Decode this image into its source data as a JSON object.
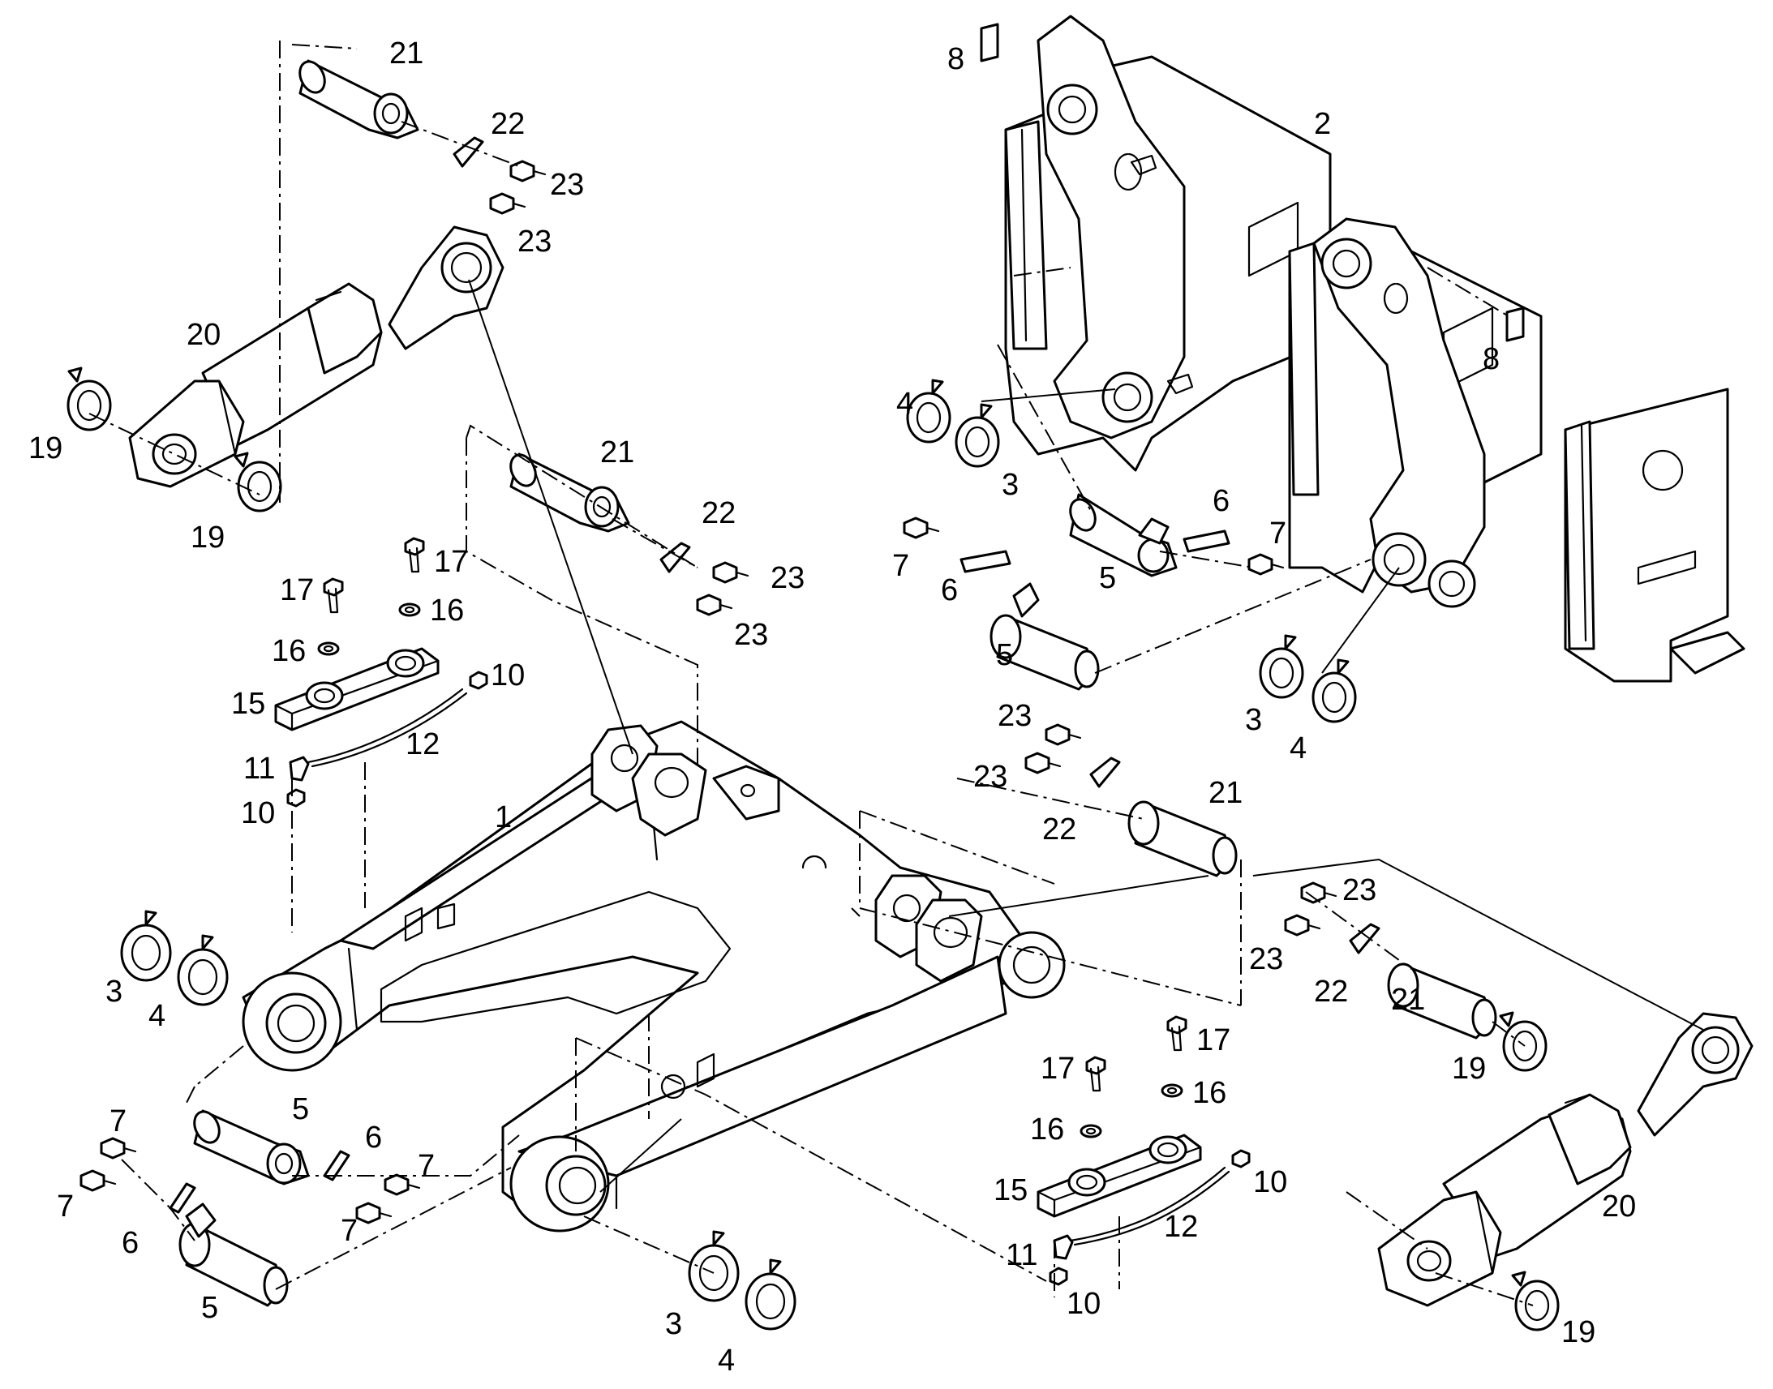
{
  "diagram": {
    "labels": {
      "l1": "1",
      "l2": "2",
      "l3a": "3",
      "l3b": "3",
      "l3c": "3",
      "l3d": "3",
      "l4a": "4",
      "l4b": "4",
      "l4c": "4",
      "l4d": "4",
      "l5a": "5",
      "l5b": "5",
      "l5c": "5",
      "l5d": "5",
      "l6a": "6",
      "l6b": "6",
      "l6c": "6",
      "l6d": "6",
      "l7a": "7",
      "l7b": "7",
      "l7c": "7",
      "l7d": "7",
      "l7e": "7",
      "l7f": "7",
      "l8a": "8",
      "l8b": "8",
      "l10a": "10",
      "l10b": "10",
      "l10c": "10",
      "l10d": "10",
      "l11a": "11",
      "l11b": "11",
      "l12a": "12",
      "l12b": "12",
      "l15a": "15",
      "l15b": "15",
      "l16a": "16",
      "l16b": "16",
      "l16c": "16",
      "l16d": "16",
      "l17a": "17",
      "l17b": "17",
      "l17c": "17",
      "l17d": "17",
      "l19a": "19",
      "l19b": "19",
      "l19c": "19",
      "l19d": "19",
      "l20a": "20",
      "l20b": "20",
      "l21a": "21",
      "l21b": "21",
      "l21c": "21",
      "l21d": "21",
      "l22a": "22",
      "l22b": "22",
      "l22c": "22",
      "l22d": "22",
      "l23a": "23",
      "l23b": "23",
      "l23c": "23",
      "l23d": "23",
      "l23e": "23",
      "l23f": "23",
      "l23g": "23",
      "l23h": "23"
    }
  }
}
